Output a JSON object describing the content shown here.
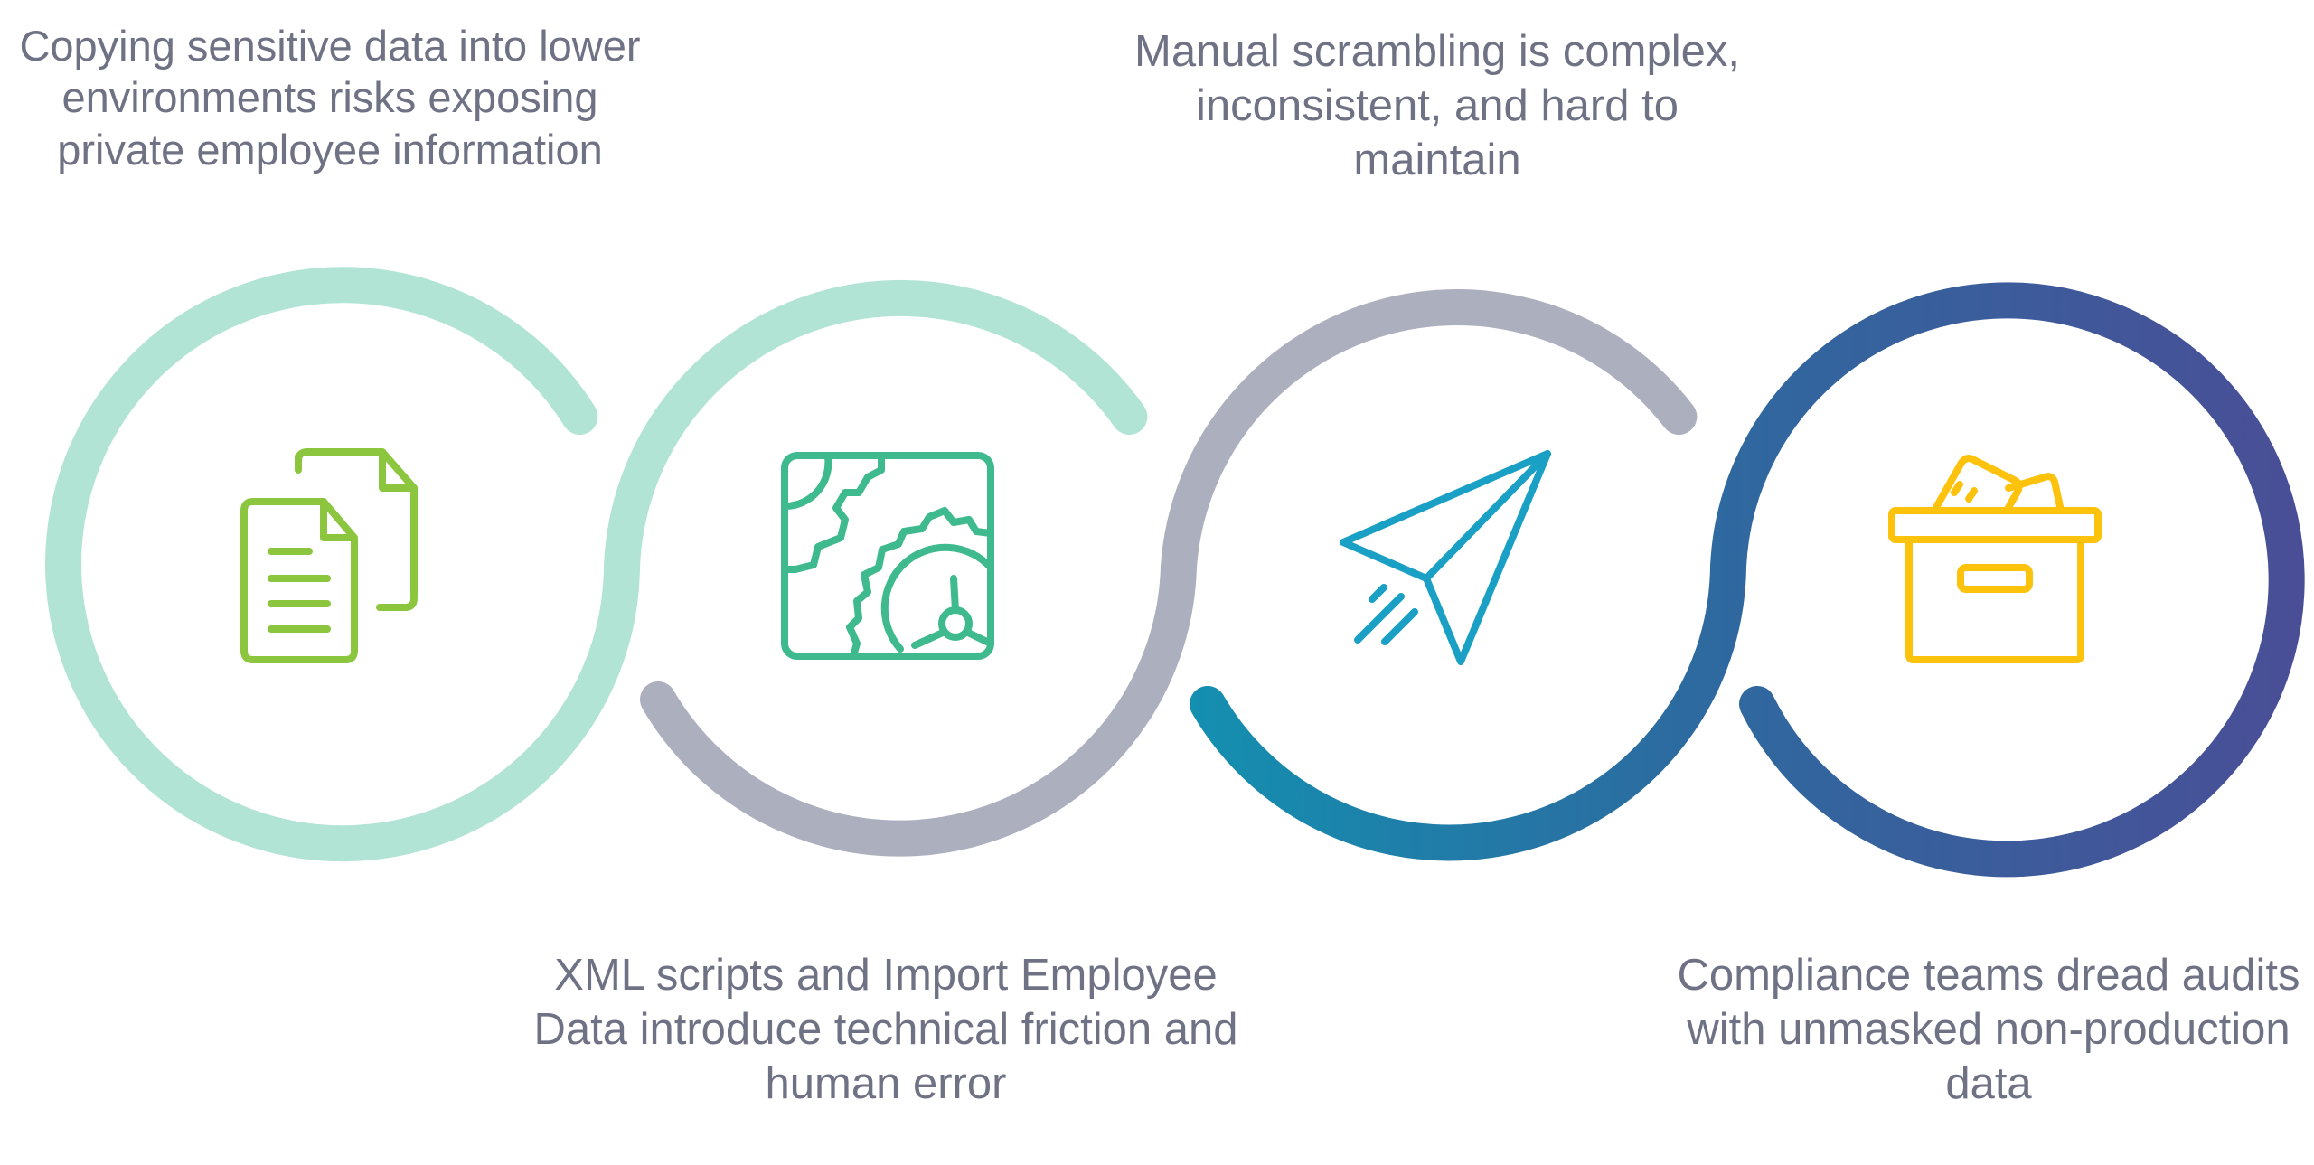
{
  "steps": [
    {
      "caption": "Copying sensitive data into lower environments risks exposing private employee information",
      "icon": "copy-documents-icon",
      "ring_color": "#b2e4d6",
      "icon_color": "#8cc63f"
    },
    {
      "caption": "XML scripts and Import Employee Data introduce technical friction and human error",
      "icon": "gear-settings-icon",
      "ring_color": "#acafbd",
      "icon_color": "#3fba8f"
    },
    {
      "caption": "Manual scrambling is complex, inconsistent, and hard to maintain",
      "icon": "paper-plane-icon",
      "ring_color": "#acafbd",
      "icon_color": "#1aa0c4"
    },
    {
      "caption": "Compliance teams dread audits with unmasked non-production data",
      "icon": "archive-box-icon",
      "ring_color": "#3d58a0",
      "icon_color": "#fcc20c"
    }
  ]
}
